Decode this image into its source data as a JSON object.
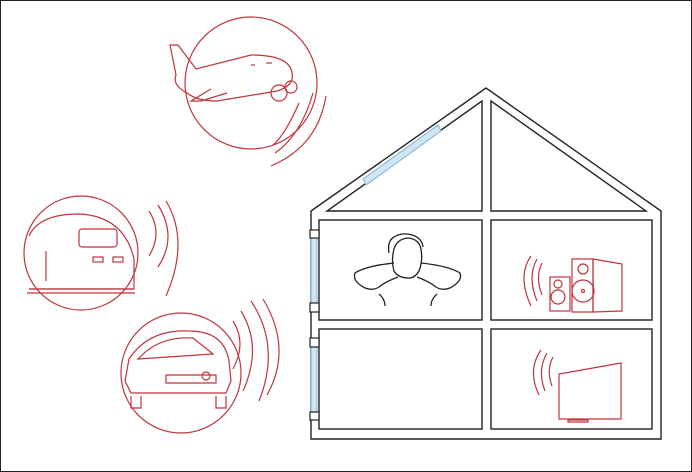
{
  "colors": {
    "noise_source": "#c0343c",
    "house_line": "#222222",
    "window_glass": "#b9d9ea",
    "window_line": "#7fb2cf"
  },
  "noise_sources": [
    {
      "name": "airplane",
      "icon": "airplane-icon"
    },
    {
      "name": "train",
      "icon": "train-icon"
    },
    {
      "name": "car",
      "icon": "car-icon"
    }
  ],
  "house_rooms": [
    {
      "room": "attic-left"
    },
    {
      "room": "attic-right"
    },
    {
      "room": "upper-left",
      "content": "person-covering-ears-icon"
    },
    {
      "room": "upper-right",
      "content": "speakers-icon"
    },
    {
      "room": "lower-left"
    },
    {
      "room": "lower-right",
      "content": "television-icon"
    }
  ]
}
